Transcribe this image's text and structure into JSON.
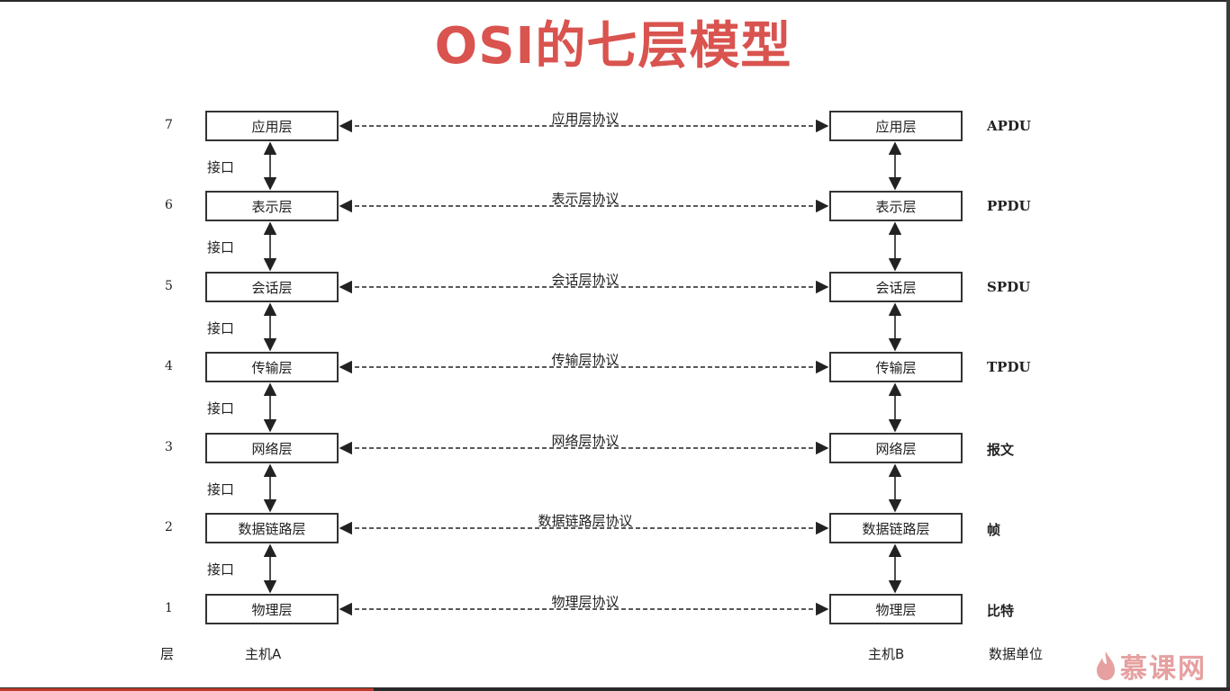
{
  "title": "OSI的七层模型",
  "interface_label": "接口",
  "host_a": "主机A",
  "host_b": "主机B",
  "layer_column_label": "层",
  "data_unit_column_label": "数据单位",
  "logo_text": "慕课网",
  "layers": [
    {
      "num": "7",
      "name": "应用层",
      "protocol": "应用层协议",
      "pdu": "APDU"
    },
    {
      "num": "6",
      "name": "表示层",
      "protocol": "表示层协议",
      "pdu": "PPDU"
    },
    {
      "num": "5",
      "name": "会话层",
      "protocol": "会话层协议",
      "pdu": "SPDU"
    },
    {
      "num": "4",
      "name": "传输层",
      "protocol": "传输层协议",
      "pdu": "TPDU"
    },
    {
      "num": "3",
      "name": "网络层",
      "protocol": "网络层协议",
      "pdu": "报文"
    },
    {
      "num": "2",
      "name": "数据链路层",
      "protocol": "数据链路层协议",
      "pdu": "帧"
    },
    {
      "num": "1",
      "name": "物理层",
      "protocol": "物理层协议",
      "pdu": "比特"
    }
  ],
  "colors": {
    "title": "#d9534f",
    "line": "#222222",
    "logo": "#e6a0a0"
  }
}
